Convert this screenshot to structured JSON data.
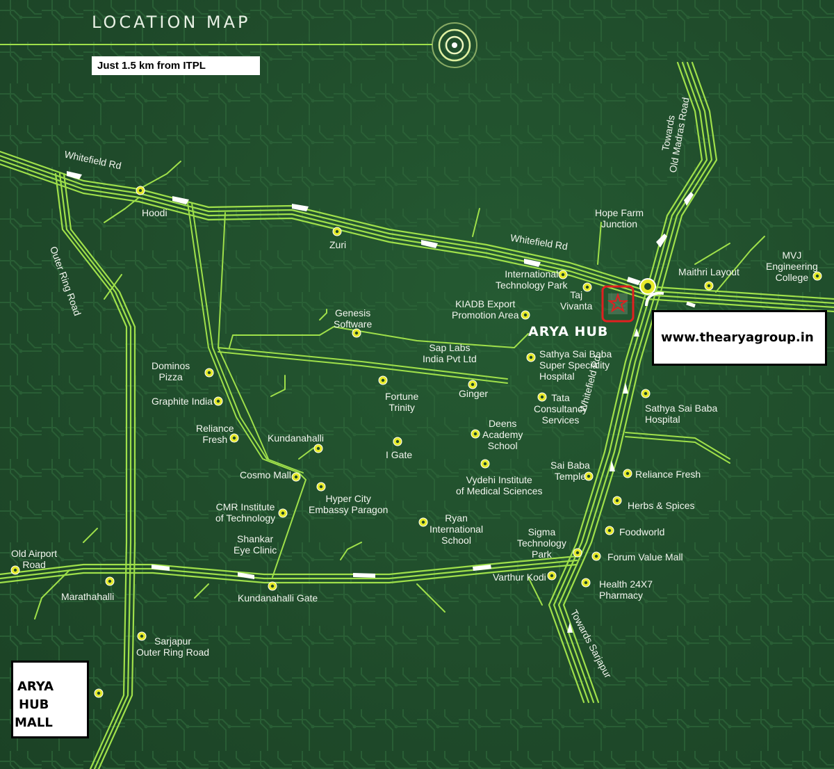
{
  "map": {
    "title": "LOCATION MAP",
    "tagline": "Just 1.5 km from ITPL",
    "website": "www.thearyagroup.in",
    "project_label": "ARYA HUB",
    "mall_label": [
      "ARYA",
      "HUB",
      "MALL"
    ],
    "colors": {
      "background": "#1f4a2a",
      "road": "#9fe04a",
      "marker": "#e6ea2a",
      "project_marker": "#e02020"
    }
  },
  "roads": {
    "whitefield_rd_west": "Whitefield Rd",
    "whitefield_rd_east": "Whitefield Rd",
    "whitefield_rd_south": "Whitefield Rd",
    "outer_ring_rd": "Outer Ring Road",
    "old_madras_rd": [
      "Towards",
      "Old Madras Road"
    ],
    "towards_sarjapur": "Towards Sarjapur",
    "old_airport_rd": [
      "Old Airport",
      "Road"
    ]
  },
  "places": [
    {
      "id": "hoodi",
      "lines": [
        "Hoodi"
      ]
    },
    {
      "id": "zuri",
      "lines": [
        "Zuri"
      ]
    },
    {
      "id": "hope-farm",
      "lines": [
        "Hope Farm",
        "Junction"
      ]
    },
    {
      "id": "maithri",
      "lines": [
        "Maithri Layout"
      ]
    },
    {
      "id": "mvj",
      "lines": [
        "MVJ",
        "Engineering",
        "College"
      ]
    },
    {
      "id": "itpl",
      "lines": [
        "International",
        "Technology Park"
      ]
    },
    {
      "id": "taj",
      "lines": [
        "Taj",
        "Vivanta"
      ]
    },
    {
      "id": "kiadb",
      "lines": [
        "KIADB Export",
        "Promotion Area"
      ]
    },
    {
      "id": "genesis",
      "lines": [
        "Genesis",
        "Software"
      ]
    },
    {
      "id": "saplabs",
      "lines": [
        "Sap Labs",
        "India Pvt Ltd"
      ]
    },
    {
      "id": "sathya-super",
      "lines": [
        "Sathya Sai Baba",
        "Super Speciality",
        "Hospital"
      ]
    },
    {
      "id": "dominos",
      "lines": [
        "Dominos",
        "Pizza"
      ]
    },
    {
      "id": "fortune",
      "lines": [
        "Fortune",
        "Trinity"
      ]
    },
    {
      "id": "ginger",
      "lines": [
        "Ginger"
      ]
    },
    {
      "id": "tcs",
      "lines": [
        "Tata",
        "Consultancy",
        "Services"
      ]
    },
    {
      "id": "sathya-hosp",
      "lines": [
        "Sathya Sai Baba",
        "Hospital"
      ]
    },
    {
      "id": "graphite",
      "lines": [
        "Graphite India"
      ]
    },
    {
      "id": "reliance-fresh-w",
      "lines": [
        "Reliance",
        "Fresh"
      ]
    },
    {
      "id": "deens",
      "lines": [
        "Deens",
        "Academy",
        "School"
      ]
    },
    {
      "id": "kundanahalli",
      "lines": [
        "Kundanahalli"
      ]
    },
    {
      "id": "igate",
      "lines": [
        "I Gate"
      ]
    },
    {
      "id": "saibaba-temple",
      "lines": [
        "Sai Baba",
        "Temple"
      ]
    },
    {
      "id": "reliance-fresh-e",
      "lines": [
        "Reliance Fresh"
      ]
    },
    {
      "id": "cosmo",
      "lines": [
        "Cosmo Mall"
      ]
    },
    {
      "id": "vydehi",
      "lines": [
        "Vydehi Institute",
        "of Medical Sciences"
      ]
    },
    {
      "id": "hypercity",
      "lines": [
        "Hyper City",
        "Embassy Paragon"
      ]
    },
    {
      "id": "herbs",
      "lines": [
        "Herbs & Spices"
      ]
    },
    {
      "id": "cmr",
      "lines": [
        "CMR Institute",
        "of Technology"
      ]
    },
    {
      "id": "ryan",
      "lines": [
        "Ryan",
        "International",
        "School"
      ]
    },
    {
      "id": "foodworld",
      "lines": [
        "Foodworld"
      ]
    },
    {
      "id": "shankar",
      "lines": [
        "Shankar",
        "Eye Clinic"
      ]
    },
    {
      "id": "sigma",
      "lines": [
        "Sigma",
        "Technology",
        "Park"
      ]
    },
    {
      "id": "forum",
      "lines": [
        "Forum Value Mall"
      ]
    },
    {
      "id": "marathahalli",
      "lines": [
        "Marathahalli"
      ]
    },
    {
      "id": "varthur",
      "lines": [
        "Varthur Kodi"
      ]
    },
    {
      "id": "health",
      "lines": [
        "Health 24X7",
        "Pharmacy"
      ]
    },
    {
      "id": "kundanahalli-gate",
      "lines": [
        "Kundanahalli Gate"
      ]
    },
    {
      "id": "sarjapur-orr",
      "lines": [
        "Sarjapur",
        "Outer Ring Road"
      ]
    }
  ]
}
